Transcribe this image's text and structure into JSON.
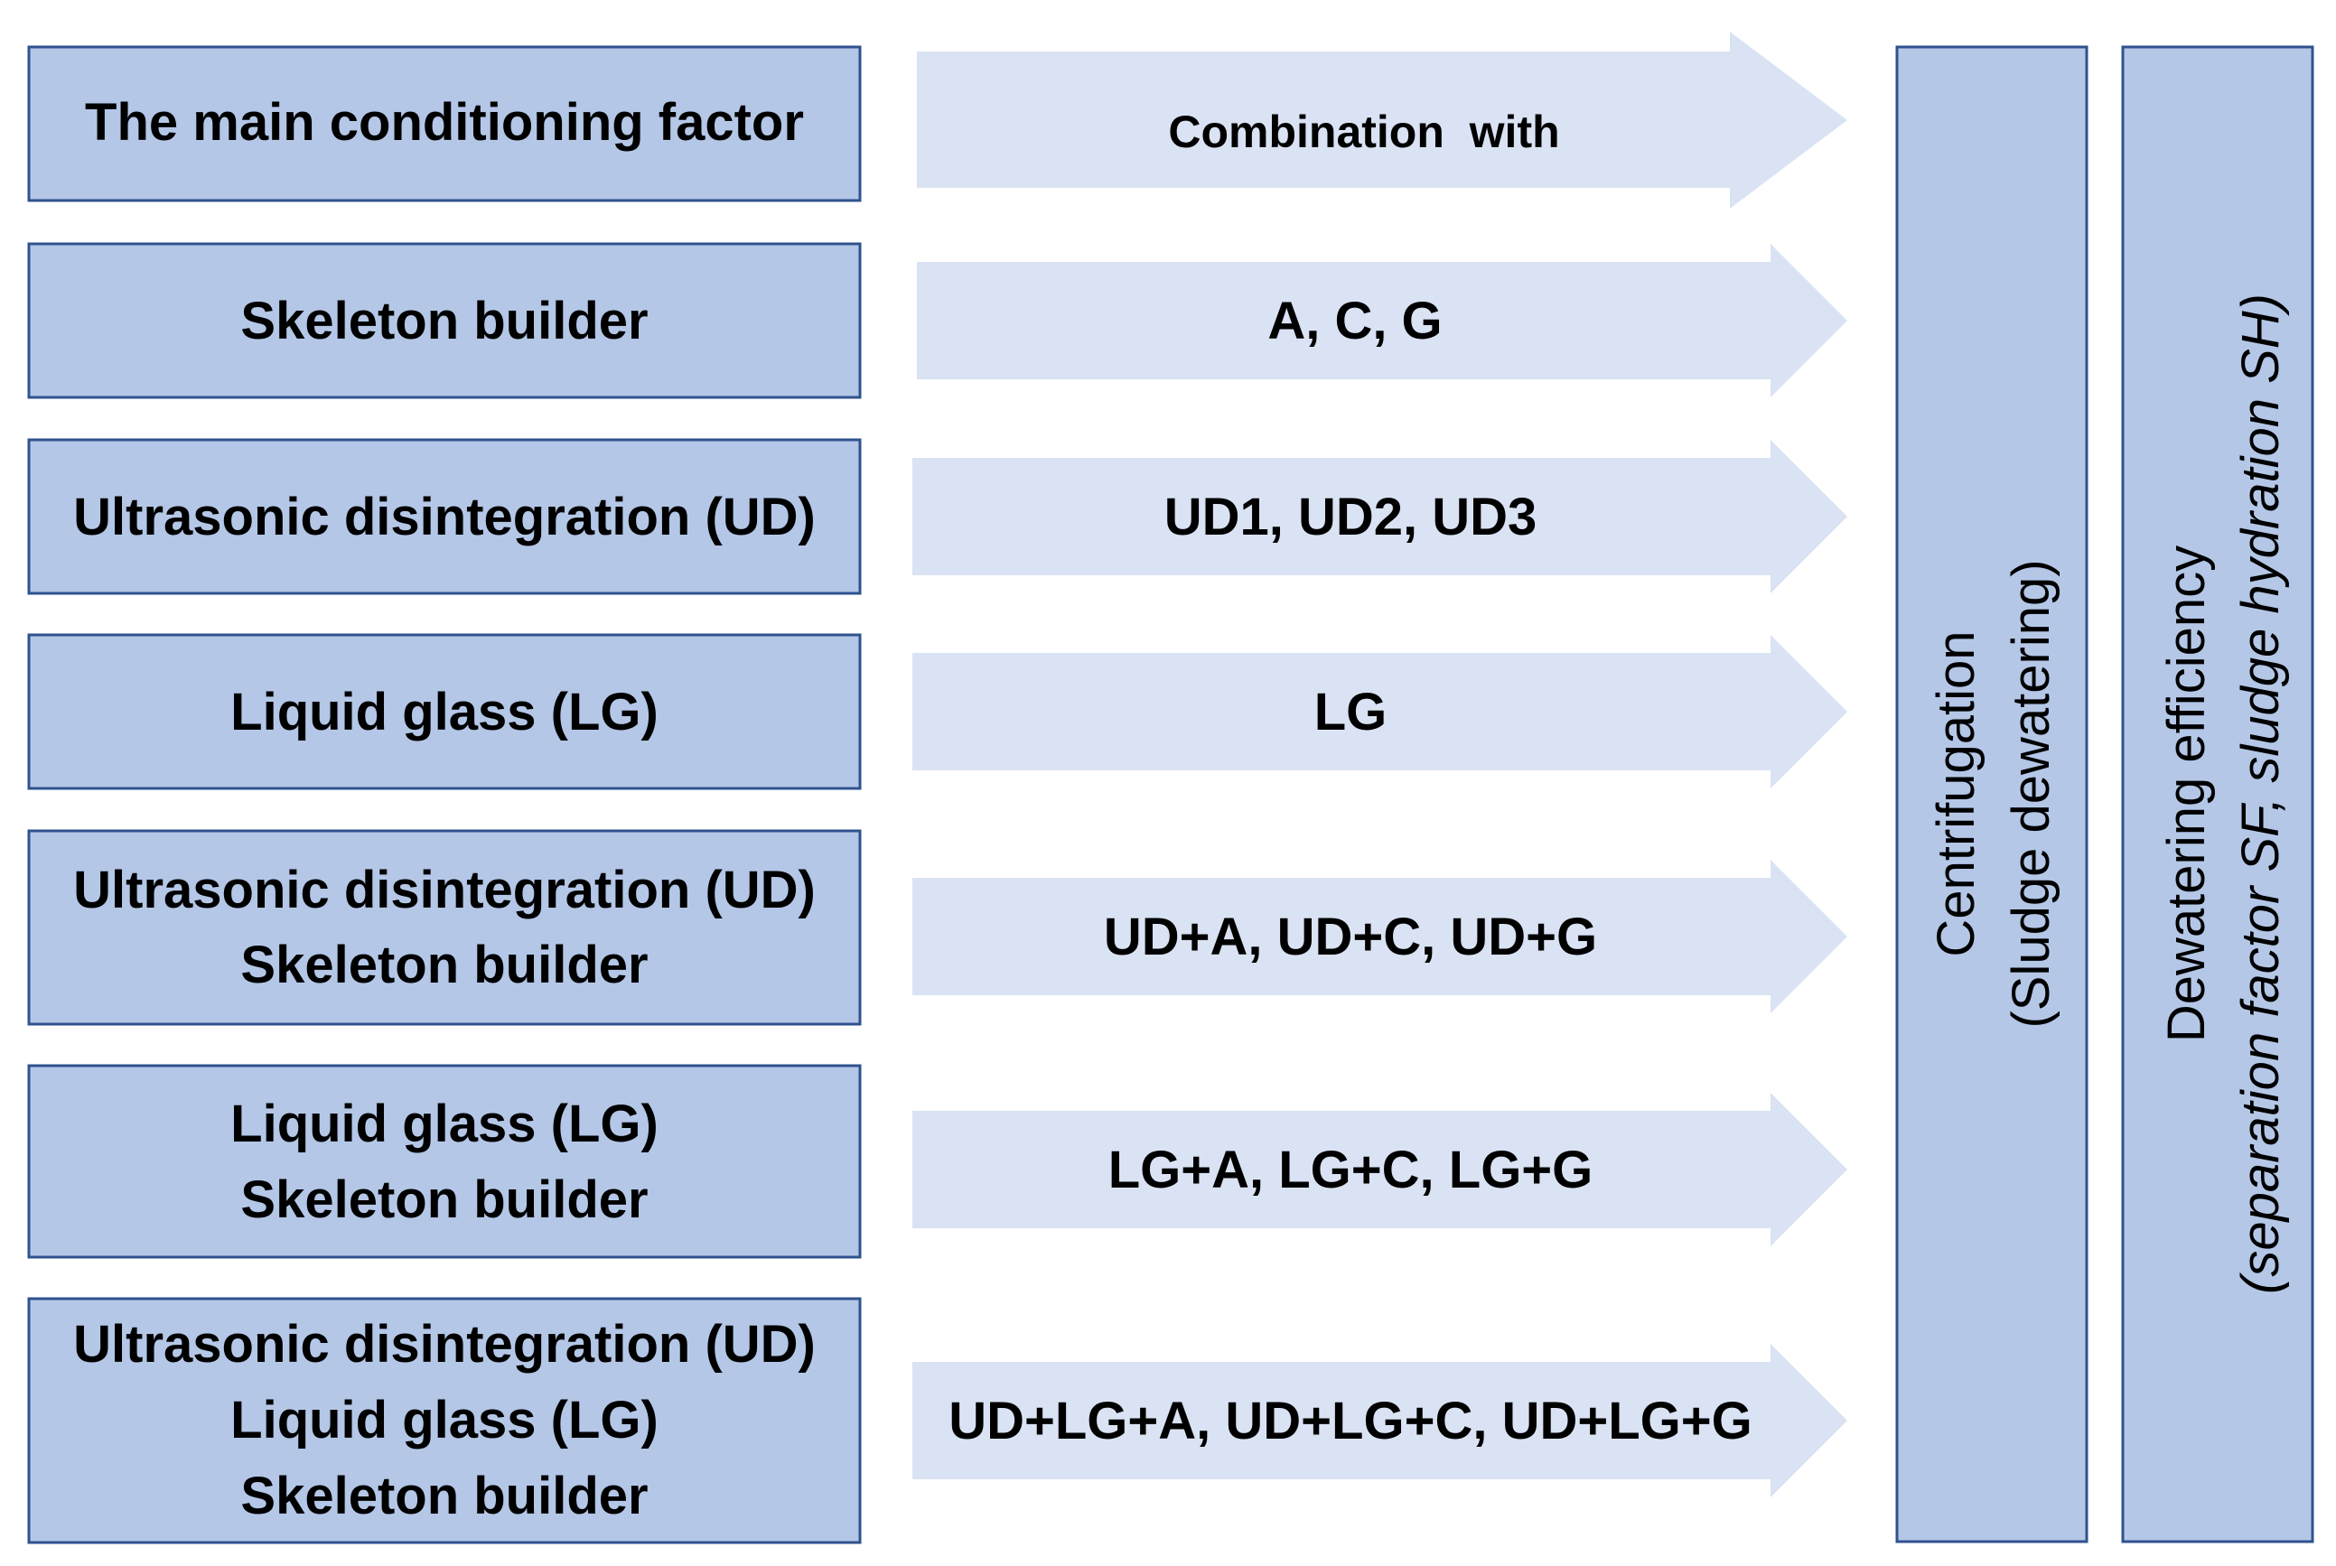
{
  "rows": [
    {
      "factor_lines": [
        "The main conditioning factor"
      ],
      "combination": "Combination  with"
    },
    {
      "factor_lines": [
        "Skeleton builder"
      ],
      "combination": "A, C, G"
    },
    {
      "factor_lines": [
        "Ultrasonic disintegration (UD)"
      ],
      "combination": "UD1, UD2, UD3"
    },
    {
      "factor_lines": [
        "Liquid glass (LG)"
      ],
      "combination": "LG"
    },
    {
      "factor_lines": [
        "Ultrasonic disintegration (UD)",
        "Skeleton builder"
      ],
      "combination": "UD+A, UD+C, UD+G"
    },
    {
      "factor_lines": [
        "Liquid glass (LG)",
        "Skeleton builder"
      ],
      "combination": "LG+A, LG+C, LG+G"
    },
    {
      "factor_lines": [
        "Ultrasonic disintegration (UD)",
        "Liquid glass (LG)",
        "Skeleton builder"
      ],
      "combination": "UD+LG+A, UD+LG+C, UD+LG+G"
    }
  ],
  "centrifugation": {
    "line1": "Centrifugation",
    "line2": "(Sludge dewatering)"
  },
  "efficiency": {
    "line1": "Dewatering efficiency",
    "line2": "(separation factor SF, sludge hydration SH)"
  },
  "colors": {
    "box_fill": "#b4c7e7",
    "box_stroke": "#2f528f",
    "arrow_fill": "#dae3f3",
    "text": "#000000"
  }
}
